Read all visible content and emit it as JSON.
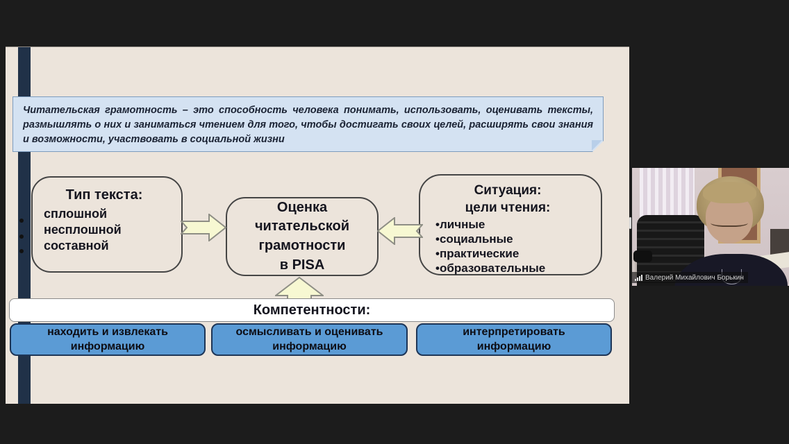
{
  "slide": {
    "definition_text": "Читательская грамотность – это способность человека понимать, использовать, оценивать тексты, размышлять о них и заниматься чтением для того, чтобы достигать своих целей, расширять свои знания и возможности, участвовать в социальной жизни",
    "type_box": {
      "title": "Тип текста:",
      "items": [
        "сплошной",
        "несплошной",
        "составной"
      ]
    },
    "center_box": {
      "text": "Оценка\nчитательской\nграмотности\nв PISA"
    },
    "situation_box": {
      "title": "Ситуация:\nцели чтения:",
      "items": [
        "личные",
        "социальные",
        "практические",
        "образовательные"
      ]
    },
    "competencies": {
      "header": "Компетентности:",
      "items": [
        "находить и извлекать информацию",
        "осмысливать и оценивать информацию",
        "интерпретировать информацию"
      ]
    }
  },
  "video_panel": {
    "participant_name": "Валерий Михайлович Борькин"
  },
  "colors": {
    "slide_bg": "#ece4db",
    "stripe": "#203148",
    "definition_bg": "#d4e2f2",
    "definition_border": "#7d9cbe",
    "arrow_fill": "#f7f8d2",
    "arrow_stroke": "#8e8e85",
    "competency_blue": "#5b9bd5",
    "box_border": "#454545",
    "text_dark": "#15151f"
  }
}
